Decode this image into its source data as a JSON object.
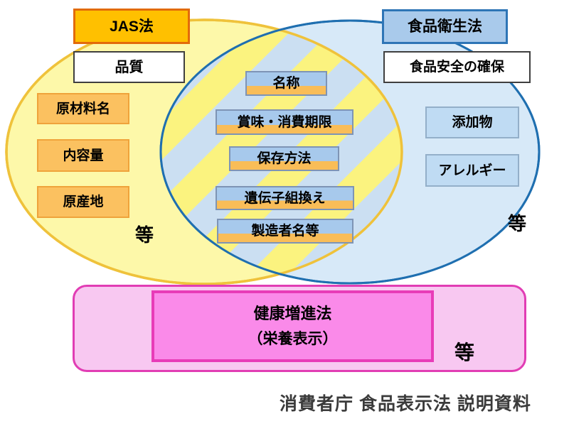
{
  "jas": {
    "title": "JAS法",
    "subtitle": "品質",
    "items": [
      "原材料名",
      "内容量",
      "原産地"
    ],
    "etc": "等"
  },
  "eisei": {
    "title": "食品衛生法",
    "subtitle": "食品安全の確保",
    "items": [
      "添加物",
      "アレルギー"
    ],
    "etc": "等"
  },
  "overlap": {
    "items": [
      "名称",
      "賞味・消費期限",
      "保存方法",
      "遺伝子組換え",
      "製造者名等"
    ]
  },
  "kenko": {
    "title": "健康増進法",
    "subtitle": "（栄養表示）",
    "etc": "等"
  },
  "caption": "消費者庁 食品表示法 説明資料",
  "colors": {
    "jas_ellipse_fill": "#FDF8A9",
    "jas_ellipse_stroke": "#EFC23B",
    "eisei_ellipse_fill": "#D7E9F8",
    "eisei_ellipse_stroke": "#1F6FB0",
    "stripe_yellow": "#FBF37F",
    "stripe_blue": "#CBDFF2",
    "jas_title_fill": "#FFC000",
    "jas_title_border": "#E26B0A",
    "eisei_title_fill": "#A9CAEB",
    "eisei_title_border": "#2E75B6",
    "left_item_fill": "#FBC160",
    "left_item_border": "#EFA33B",
    "center_item_blue": "#A7C9EC",
    "center_item_orange": "#F9BD58",
    "right_item_fill": "#BFDBF3",
    "right_item_border": "#93AFC9",
    "pink_outer_fill": "#F8C8F1",
    "pink_inner_fill": "#FA8AE9",
    "pink_border": "#E13DB4"
  }
}
